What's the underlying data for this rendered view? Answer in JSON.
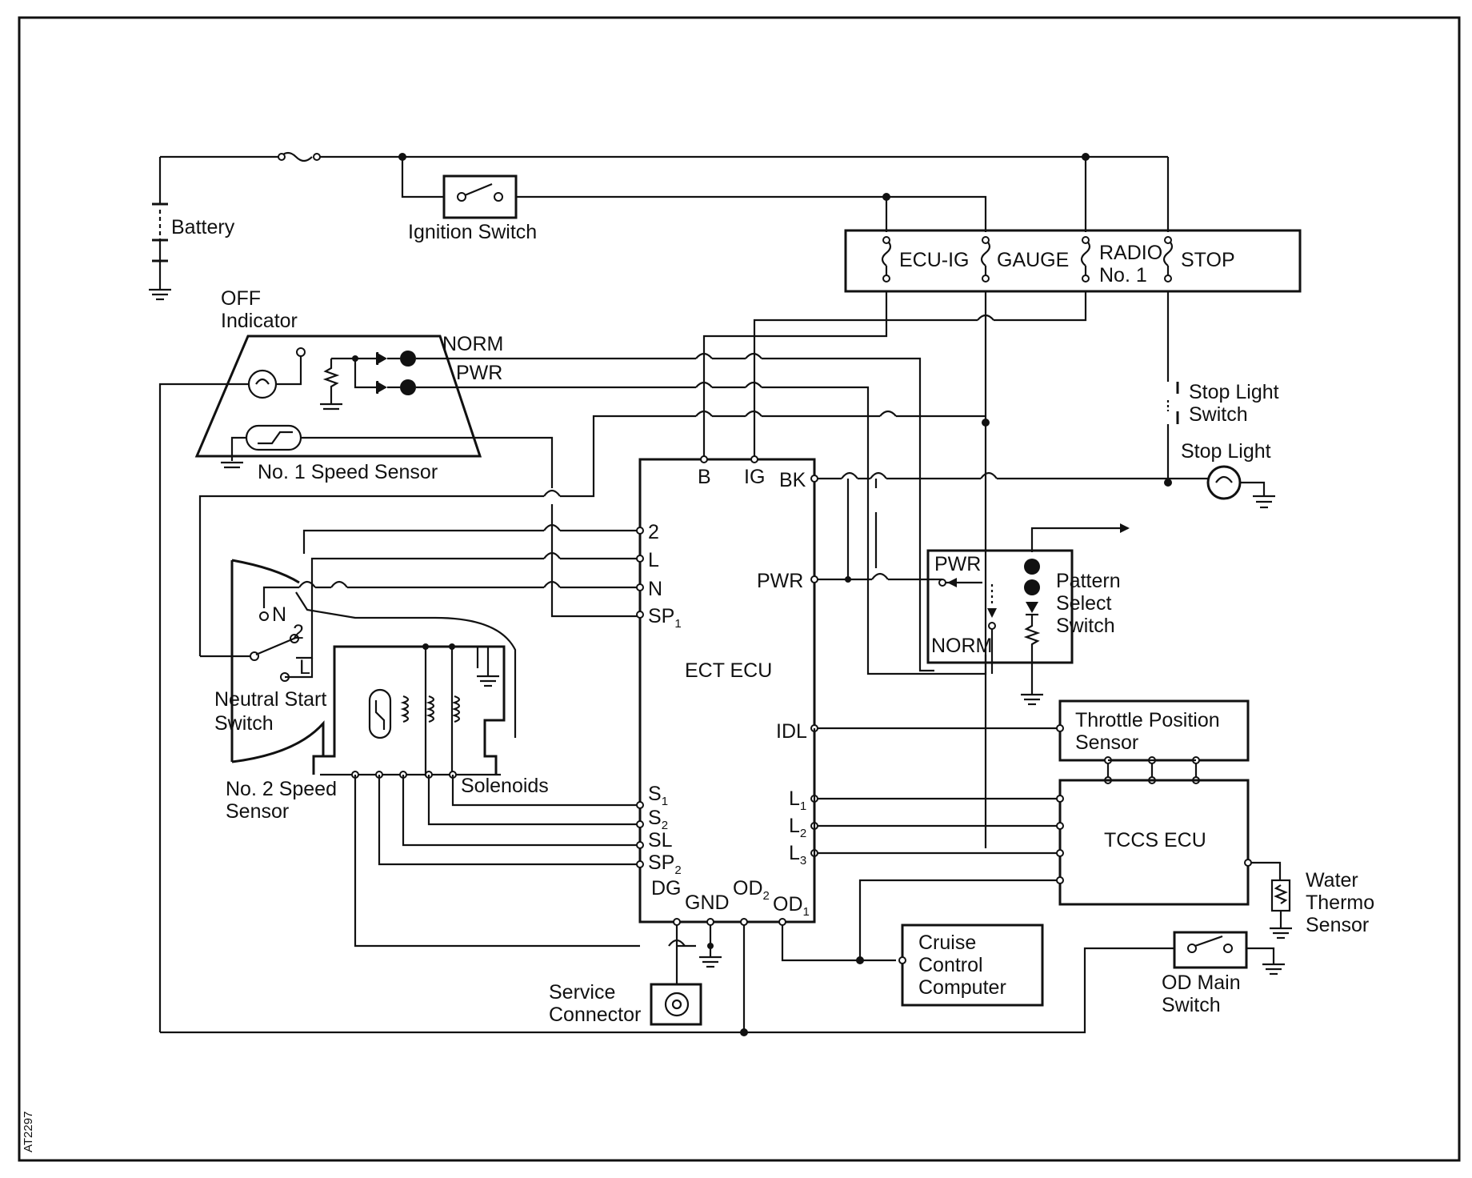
{
  "diagram": {
    "code": "AT2297",
    "labels": {
      "battery": "Battery",
      "ignition_switch": "Ignition Switch",
      "off_indicator": [
        "OFF",
        "Indicator"
      ],
      "norm": "NORM",
      "pwr": "PWR",
      "speed_sensor_1": "No. 1 Speed Sensor",
      "speed_sensor_2": [
        "No. 2 Speed",
        "Sensor"
      ],
      "neutral_start_switch": [
        "Neutral Start",
        "Switch"
      ],
      "nss_n": "N",
      "nss_2": "2",
      "nss_l": "L",
      "solenoids": "Solenoids",
      "stop_light_switch": [
        "Stop Light",
        "Switch"
      ],
      "stop_light": "Stop Light",
      "pattern_select_switch": [
        "Pattern",
        "Select",
        "Switch"
      ],
      "pss_pwr": "PWR",
      "pss_norm": "NORM",
      "throttle_position_sensor": [
        "Throttle Position",
        "Sensor"
      ],
      "tccs_ecu": "TCCS ECU",
      "water_thermo_sensor": [
        "Water",
        "Thermo",
        "Sensor"
      ],
      "od_main_switch": [
        "OD Main",
        "Switch"
      ],
      "cruise_control_computer": [
        "Cruise",
        "Control",
        "Computer"
      ],
      "service_connector": [
        "Service",
        "Connector"
      ],
      "ect_ecu": "ECT ECU"
    },
    "fuses": {
      "ecu_ig": "ECU-IG",
      "gauge": "GAUGE",
      "radio": [
        "RADIO",
        "No. 1"
      ],
      "stop": "STOP"
    },
    "ecu_terminals": {
      "b": "B",
      "ig": "IG",
      "bk": "BK",
      "pwr": "PWR",
      "idl": "IDL",
      "t2": "2",
      "l": "L",
      "n": "N",
      "sp1": [
        "SP",
        "1"
      ],
      "s1": [
        "S",
        "1"
      ],
      "s2": [
        "S",
        "2"
      ],
      "sl": "SL",
      "sp2": [
        "SP",
        "2"
      ],
      "l1": [
        "L",
        "1"
      ],
      "l2": [
        "L",
        "2"
      ],
      "l3": [
        "L",
        "3"
      ],
      "dg": "DG",
      "gnd": "GND",
      "od2": [
        "OD",
        "2"
      ],
      "od1": [
        "OD",
        "1"
      ]
    }
  }
}
